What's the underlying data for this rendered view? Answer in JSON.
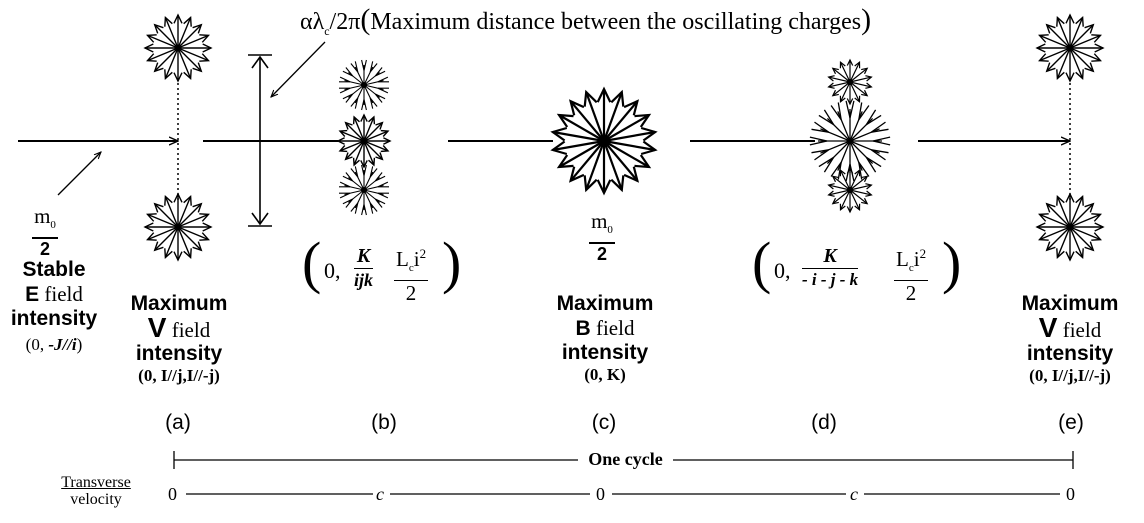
{
  "annotation_top": {
    "symbol": "αλ",
    "sub": "c",
    "tail": "/2π",
    "text": "Maximum distance between the oscillating charges"
  },
  "mass_left": {
    "num": "m",
    "num_sub": "0",
    "den": "2"
  },
  "mass_center": {
    "num": "m",
    "num_sub": "0",
    "den": "2"
  },
  "stable": {
    "line1": "Stable",
    "line2_bold": "E",
    "line2_rest": " field",
    "line3": "intensity",
    "coords": "(0, ",
    "coords_b": "-J//i",
    "coords_end": ")"
  },
  "col_a": {
    "line1": "Maximum",
    "sym": "V",
    "sym_rest": " field",
    "line3": "intensity",
    "coords": "(0, I//j,I//-j)",
    "label": "(a)"
  },
  "col_b": {
    "zero": "0,",
    "num": "K",
    "den": "ijk",
    "frac2_num_main": "L",
    "frac2_num_sub": "c",
    "frac2_num_tail": "i",
    "frac2_num_sup": "2",
    "frac2_den": "2",
    "label": "(b)"
  },
  "col_c": {
    "line1": "Maximum",
    "sym": "B",
    "sym_rest": " field",
    "line3": "intensity",
    "coords": "(0, K)",
    "label": "(c)"
  },
  "col_d": {
    "zero": "0,",
    "num": "K",
    "den": "- i - j - k",
    "frac2_num_main": "L",
    "frac2_num_sub": "c",
    "frac2_num_tail": "i",
    "frac2_num_sup": "2",
    "frac2_den": "2",
    "label": "(d)"
  },
  "col_e": {
    "line1": "Maximum",
    "sym": "V",
    "sym_rest": " field",
    "line3": "intensity",
    "coords": "(0, I//j,I//-j)",
    "label": "(e)"
  },
  "cycle": {
    "label": "One cycle"
  },
  "velocity": {
    "label_line1": "Transverse",
    "label_line2": "velocity",
    "ticks": [
      "0",
      "c",
      "0",
      "c",
      "0"
    ]
  }
}
